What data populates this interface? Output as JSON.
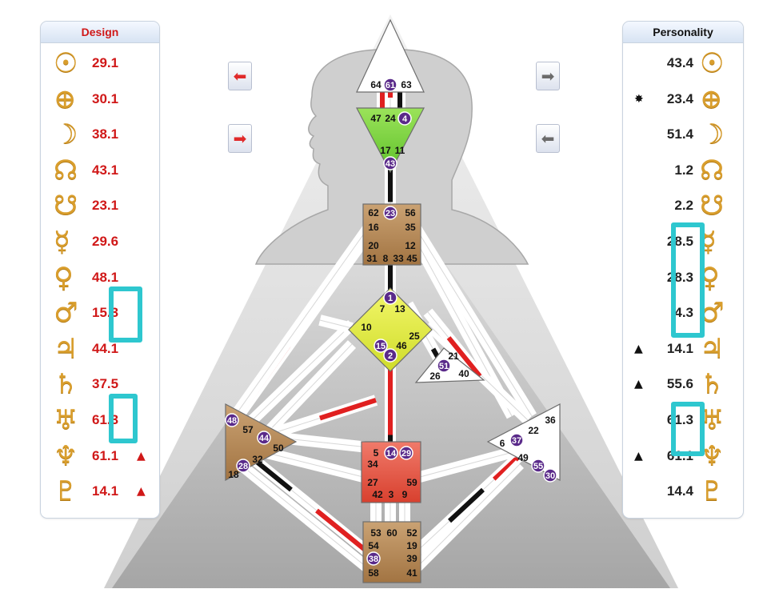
{
  "design": {
    "title": "Design",
    "rows": [
      {
        "icon": "sun-icon",
        "glyph": "☉",
        "value": "29.1",
        "mark": ""
      },
      {
        "icon": "earth-icon",
        "glyph": "⊕",
        "value": "30.1",
        "mark": ""
      },
      {
        "icon": "moon-icon",
        "glyph": "☽",
        "value": "38.1",
        "mark": ""
      },
      {
        "icon": "north-node-icon",
        "glyph": "☊",
        "value": "43.1",
        "mark": ""
      },
      {
        "icon": "south-node-icon",
        "glyph": "☋",
        "value": "23.1",
        "mark": ""
      },
      {
        "icon": "mercury-icon",
        "glyph": "☿",
        "value": "29.6",
        "mark": ""
      },
      {
        "icon": "venus-icon",
        "glyph": "♀",
        "value": "48.1",
        "mark": ""
      },
      {
        "icon": "mars-icon",
        "glyph": "♂",
        "value": "15.3",
        "mark": ""
      },
      {
        "icon": "jupiter-icon",
        "glyph": "♃",
        "value": "44.1",
        "mark": ""
      },
      {
        "icon": "saturn-icon",
        "glyph": "♄",
        "value": "37.5",
        "mark": ""
      },
      {
        "icon": "uranus-icon",
        "glyph": "♅",
        "value": "61.3",
        "mark": ""
      },
      {
        "icon": "neptune-icon",
        "glyph": "♆",
        "value": "61.1",
        "mark": "▲"
      },
      {
        "icon": "pluto-icon",
        "glyph": "♇",
        "value": "14.1",
        "mark": "▲"
      }
    ]
  },
  "personality": {
    "title": "Personality",
    "rows": [
      {
        "icon": "sun-icon",
        "glyph": "☉",
        "value": "43.4",
        "mark": ""
      },
      {
        "icon": "earth-icon",
        "glyph": "⊕",
        "value": "23.4",
        "mark": "✸"
      },
      {
        "icon": "moon-icon",
        "glyph": "☽",
        "value": "51.4",
        "mark": ""
      },
      {
        "icon": "north-node-icon",
        "glyph": "☊",
        "value": "1.2",
        "mark": ""
      },
      {
        "icon": "south-node-icon",
        "glyph": "☋",
        "value": "2.2",
        "mark": ""
      },
      {
        "icon": "mercury-icon",
        "glyph": "☿",
        "value": "28.5",
        "mark": ""
      },
      {
        "icon": "venus-icon",
        "glyph": "♀",
        "value": "28.3",
        "mark": ""
      },
      {
        "icon": "mars-icon",
        "glyph": "♂",
        "value": "4.3",
        "mark": ""
      },
      {
        "icon": "jupiter-icon",
        "glyph": "♃",
        "value": "14.1",
        "mark": "▲"
      },
      {
        "icon": "saturn-icon",
        "glyph": "♄",
        "value": "55.6",
        "mark": "▲"
      },
      {
        "icon": "uranus-icon",
        "glyph": "♅",
        "value": "61.3",
        "mark": ""
      },
      {
        "icon": "neptune-icon",
        "glyph": "♆",
        "value": "61.1",
        "mark": "▲"
      },
      {
        "icon": "pluto-icon",
        "glyph": "♇",
        "value": "14.4",
        "mark": ""
      }
    ]
  },
  "nav_buttons": [
    {
      "name": "design-prev-button",
      "glyph": "⬅",
      "color": "#e02a2a"
    },
    {
      "name": "design-next-button",
      "glyph": "➡",
      "color": "#e02a2a"
    },
    {
      "name": "personality-next-button",
      "glyph": "➡",
      "color": "#6b6b6b"
    },
    {
      "name": "personality-prev-button",
      "glyph": "⬅",
      "color": "#6b6b6b"
    }
  ],
  "centers": {
    "head": {
      "gates": [
        "64",
        "61",
        "63"
      ],
      "color": "#ffffff"
    },
    "ajna": {
      "gates": [
        "47",
        "24",
        "4",
        "17",
        "11",
        "43"
      ],
      "color": "#7ed13a"
    },
    "throat": {
      "gates": [
        "62",
        "23",
        "56",
        "16",
        "35",
        "20",
        "12",
        "31",
        "8",
        "33",
        "45"
      ],
      "color": "#b58a55"
    },
    "g": {
      "gates": [
        "1",
        "7",
        "13",
        "10",
        "25",
        "15",
        "46",
        "2"
      ],
      "color": "#e8ef3c"
    },
    "heart": {
      "gates": [
        "21",
        "51",
        "26",
        "40"
      ],
      "color": "#ffffff"
    },
    "spleen": {
      "gates": [
        "48",
        "57",
        "44",
        "50",
        "32",
        "28",
        "18"
      ],
      "color": "#b58a55"
    },
    "sacral": {
      "gates": [
        "5",
        "14",
        "29",
        "34",
        "27",
        "59",
        "42",
        "3",
        "9"
      ],
      "color": "#e05040"
    },
    "solar_plexus": {
      "gates": [
        "36",
        "22",
        "6",
        "37",
        "49",
        "55",
        "30"
      ],
      "color": "#ffffff"
    },
    "root": {
      "gates": [
        "53",
        "60",
        "52",
        "54",
        "19",
        "38",
        "39",
        "58",
        "41"
      ],
      "color": "#b58a55"
    }
  },
  "activated_gates": [
    "61",
    "4",
    "43",
    "23",
    "1",
    "15",
    "2",
    "51",
    "48",
    "44",
    "28",
    "14",
    "29",
    "37",
    "55",
    "30",
    "38"
  ],
  "colors": {
    "design_red": "#d01818",
    "gate_badge": "#5a2a8a",
    "highlight": "#2ec7cf",
    "planet_gold": "#d99e2d"
  }
}
